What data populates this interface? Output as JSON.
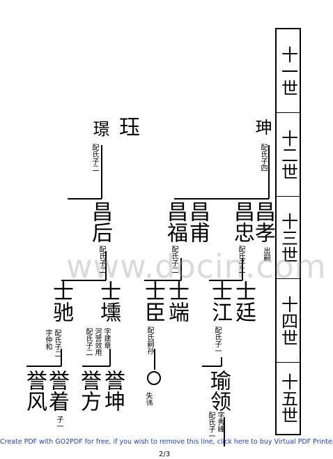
{
  "generations": [
    "十一世",
    "十二世",
    "十三世",
    "十四世",
    "十五世"
  ],
  "persons": {
    "p1": {
      "name": "珅",
      "note": "配氏子四"
    },
    "p2": {
      "name": "珏"
    },
    "p3": {
      "name": "璟",
      "note": "配氏子二"
    },
    "p4": {
      "name": "昌孝",
      "note": "出嗣"
    },
    "p5": {
      "name": "昌忠",
      "note": "配氏子二"
    },
    "p6": {
      "name": "昌甫"
    },
    "p7": {
      "name": "昌福",
      "note": "配氏子二"
    },
    "p8": {
      "name": "昌后",
      "note": "配氏子二"
    },
    "p9": {
      "name": "士廷"
    },
    "p10": {
      "name": "士江",
      "note": "配氏子一"
    },
    "p11": {
      "name": "士端"
    },
    "p12": {
      "name": "士臣",
      "note": "配氏嗣孙"
    },
    "p13": {
      "name": "士壎",
      "note_a": "字建章",
      "note_b": "河营效用",
      "note_c": "配氏子二"
    },
    "p14": {
      "name": "士驰",
      "note_a": "配氏子二",
      "note_b": "字仲和"
    },
    "p15": {
      "name": "瑜领",
      "note_a": "字秀峰",
      "note_b": "配氏子一"
    },
    "p16": {
      "note": "失讳"
    },
    "p17": {
      "name": "誉坤"
    },
    "p18": {
      "name": "誉方"
    },
    "p19": {
      "name": "誉着",
      "note": "子一"
    },
    "p20": {
      "name": "誉风"
    }
  },
  "watermark": "www.docin.com",
  "footer": "Create PDF with GO2PDF for free, if you wish to remove this line, click here to buy Virtual PDF Printer",
  "page_number": "2/3"
}
